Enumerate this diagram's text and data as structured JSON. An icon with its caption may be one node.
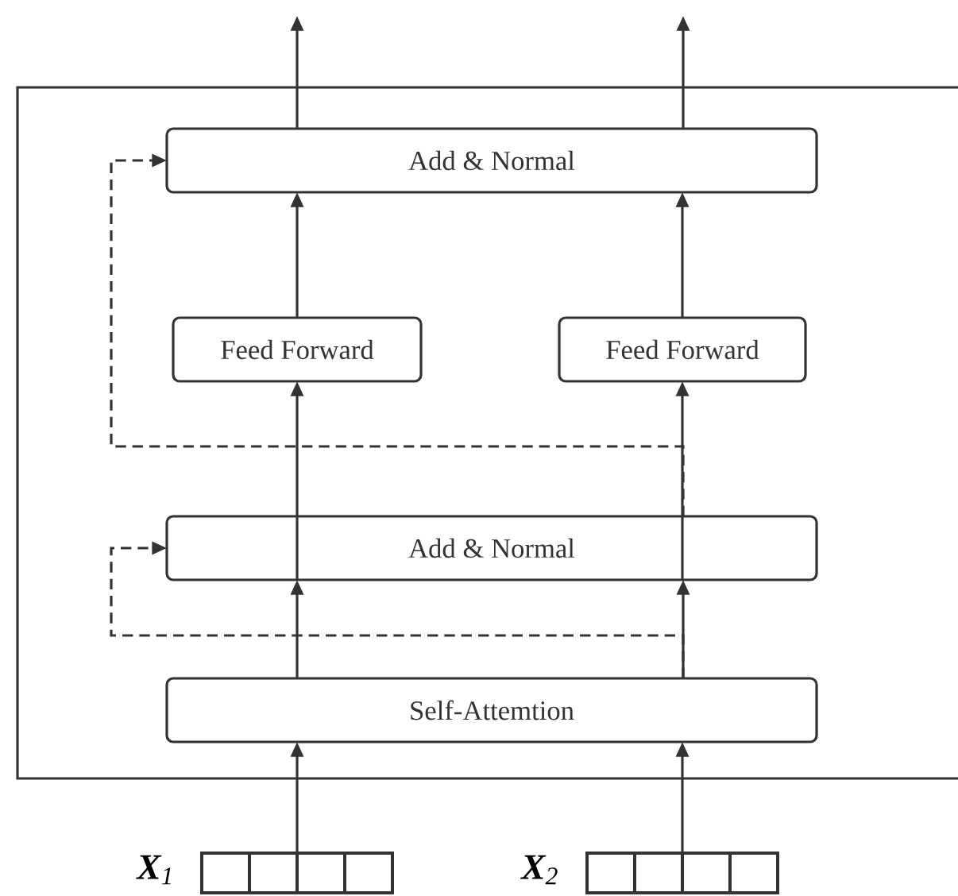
{
  "diagram": {
    "nodes": [
      {
        "text": [],
        "shape": "box"
      },
      {
        "text": [
          "Add & Normal"
        ],
        "in": 0
      },
      {
        "text": [
          "Feed Forward"
        ],
        "in": 0
      },
      {
        "text": [
          "Feed Forward"
        ],
        "in": 0
      },
      {
        "text": [
          "Add & Normal"
        ],
        "in": 0
      },
      {
        "text": [
          "Self-Attemtion"
        ],
        "in": 0
      },
      {
        "text": [],
        "shape": "box",
        "beside": [
          "**X**$_{1}$"
        ]
      },
      {
        "text": [],
        "shape": "box",
        "beside": [
          "**X**$_{2}$"
        ]
      }
    ],
    "edges": [
      {
        "from": 6,
        "to": 5,
        "arrow": "to"
      },
      {
        "from": 7,
        "to": 5,
        "arrow": "to"
      },
      {
        "from": 5,
        "to": 4,
        "arrow": "to"
      },
      {
        "from": 5,
        "to": 4,
        "arrow": "to"
      },
      {
        "from": 5,
        "to": 4,
        "arrow": "to",
        "style": "dashed"
      },
      {
        "from": 4,
        "to": 2,
        "arrow": "to"
      },
      {
        "from": 4,
        "to": 3,
        "arrow": "to"
      },
      {
        "from": 4,
        "to": 1,
        "arrow": "to",
        "style": "dashed"
      },
      {
        "from": 2,
        "to": 1,
        "arrow": "to"
      },
      {
        "from": 3,
        "to": 1,
        "arrow": "to"
      },
      {
        "from": 1,
        "to": null,
        "arrow": "to"
      },
      {
        "from": 1,
        "to": null,
        "arrow": "to"
      }
    ]
  }
}
